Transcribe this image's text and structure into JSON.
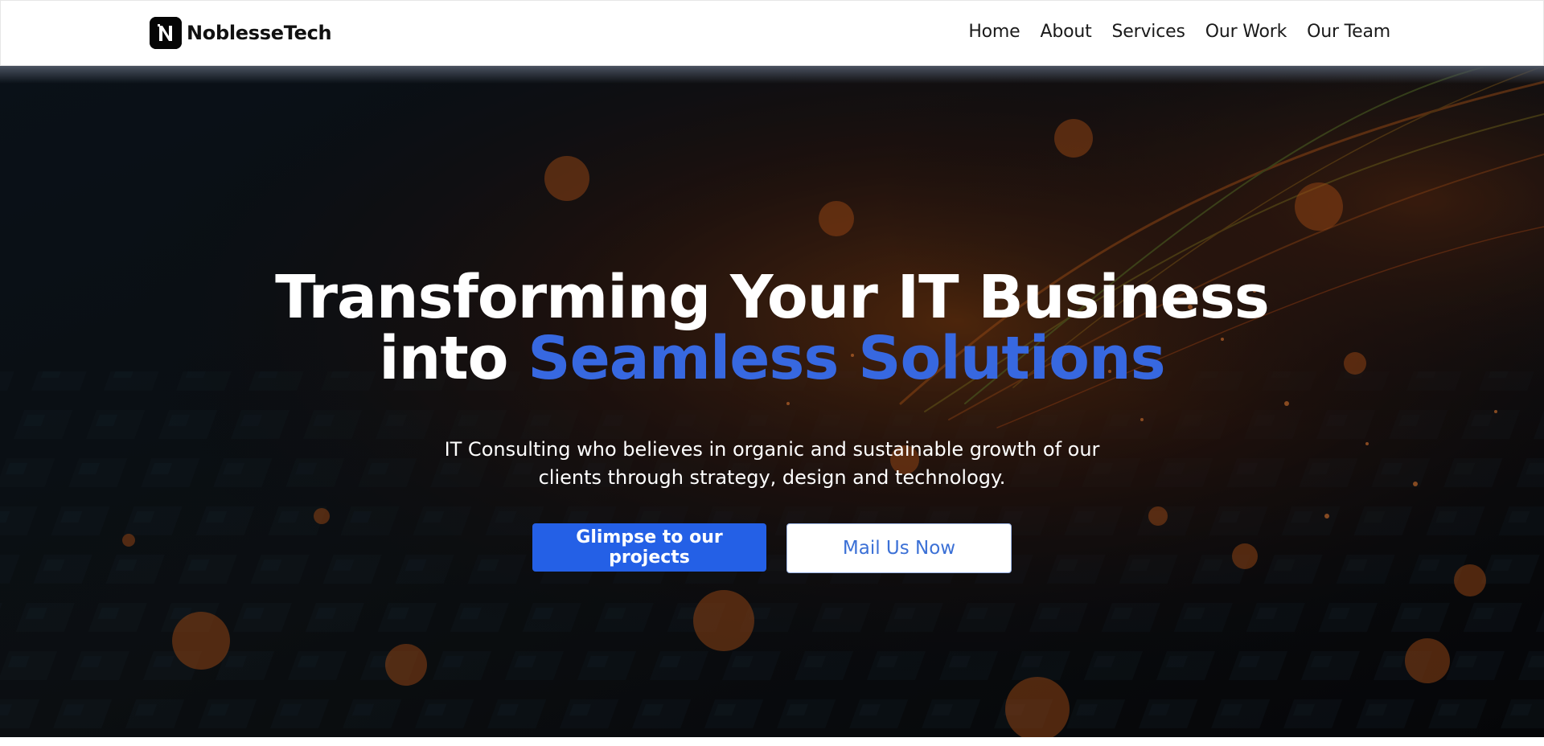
{
  "brand": {
    "name": "NoblesseTech",
    "logo_icon": "n-logo-icon"
  },
  "nav": {
    "items": [
      "Home",
      "About",
      "Services",
      "Our Work",
      "Our Team"
    ]
  },
  "hero": {
    "headline_line1": "Transforming Your IT Business",
    "headline_line2_prefix": "into",
    "headline_line2_accent": "Seamless Solutions",
    "subtitle_line1": "IT Consulting who believes in organic and sustainable growth of our",
    "subtitle_line2": "clients through strategy, design and technology.",
    "primary_button": "Glimpse to our projects",
    "secondary_button": "Mail Us Now"
  },
  "colors": {
    "accent": "#3768e0",
    "primary_button": "#2460e6",
    "secondary_button_text": "#3b70d6",
    "hero_background": "#0a0f16"
  }
}
